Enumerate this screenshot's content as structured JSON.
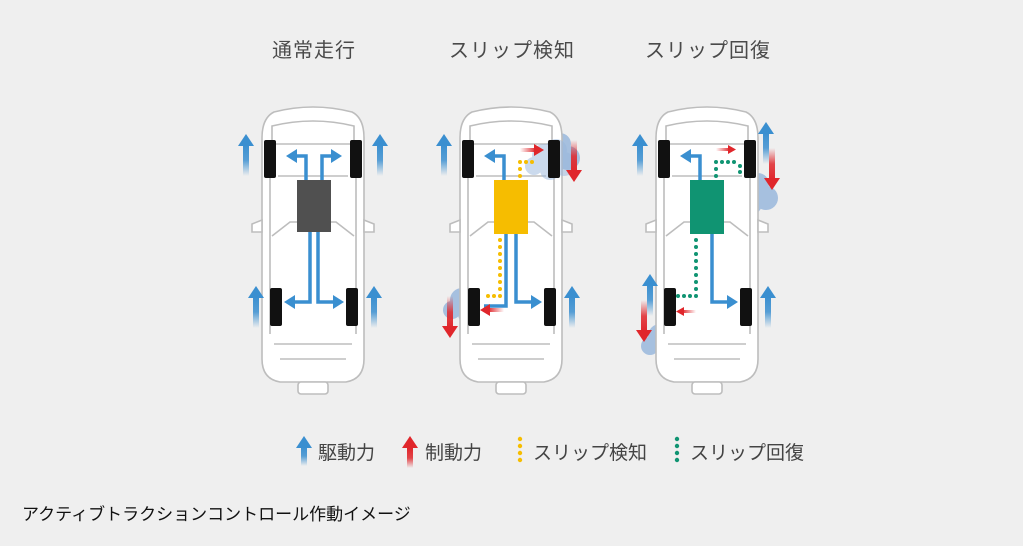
{
  "panels": [
    {
      "title": "通常走行"
    },
    {
      "title": "スリップ検知"
    },
    {
      "title": "スリップ回復"
    }
  ],
  "legend": {
    "drive": "駆動力",
    "brake": "制動力",
    "slip_detect": "スリップ検知",
    "slip_recover": "スリップ回復"
  },
  "caption": "アクティブトラクションコントロール作動イメージ",
  "colors": {
    "drive_arrow": "#3a8fd0",
    "brake_arrow": "#e0262b",
    "detect": "#f6bd00",
    "recover": "#109472",
    "engine_normal": "#505050",
    "slip_cloud": "#9ab8dd",
    "background": "#efefef"
  }
}
